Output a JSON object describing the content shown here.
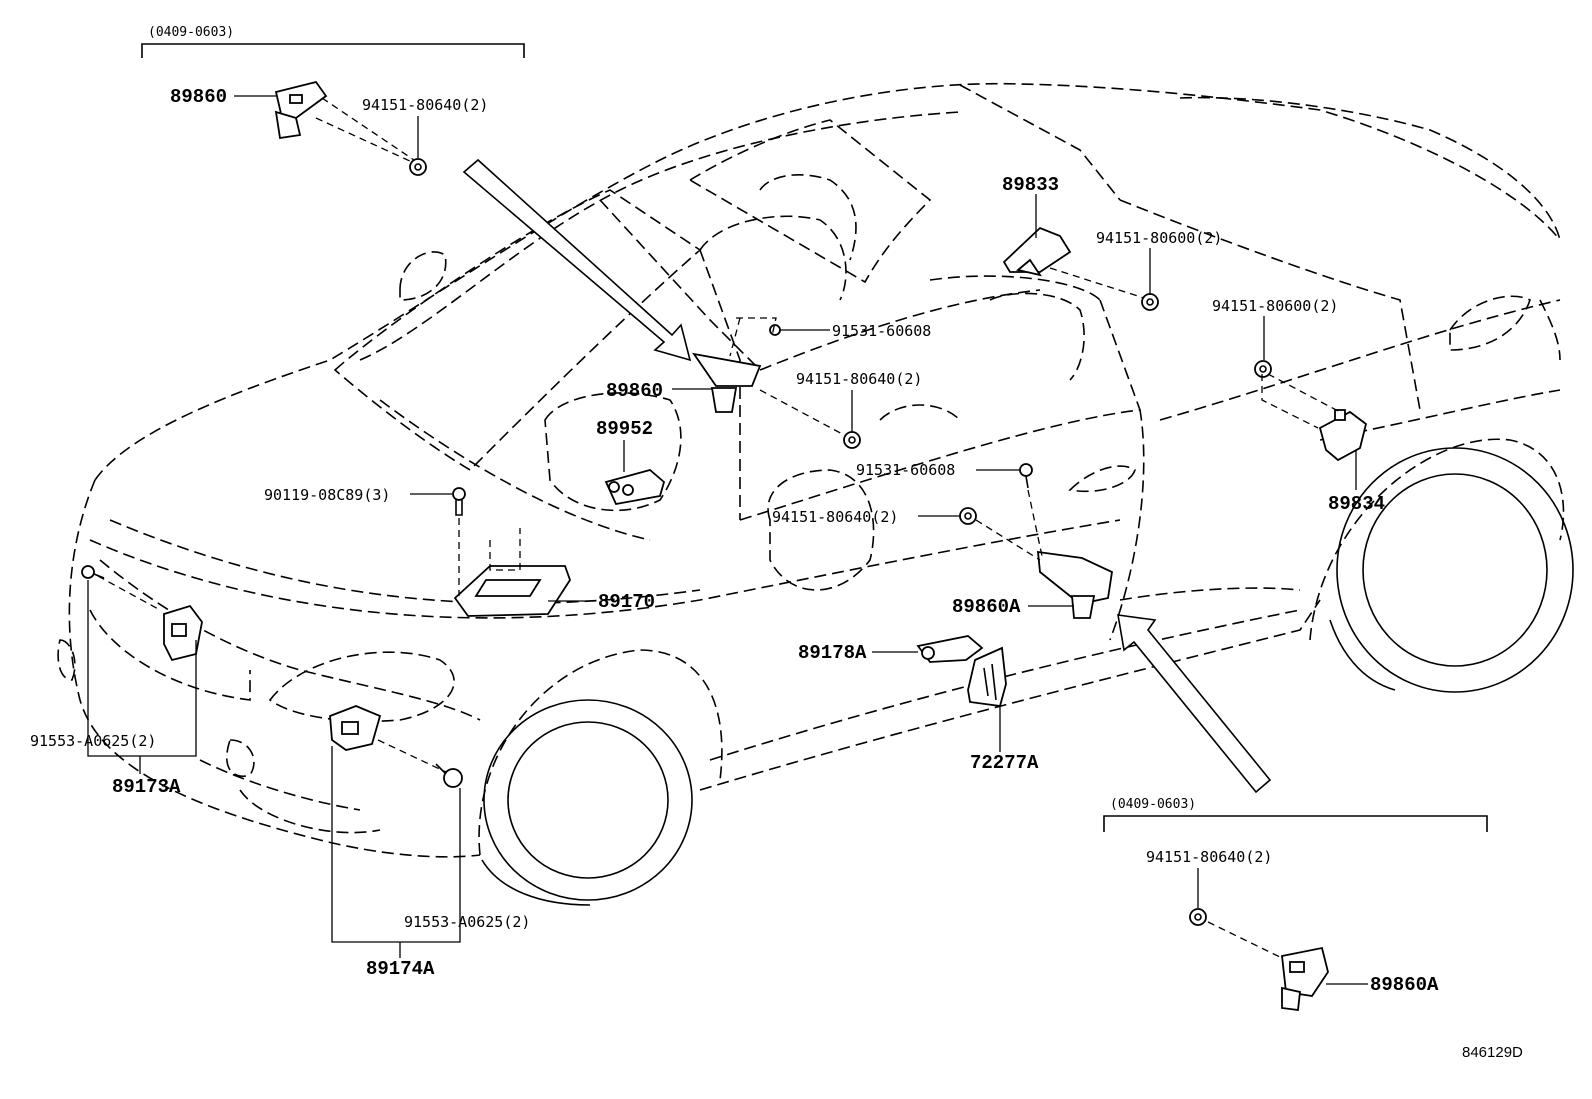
{
  "diagram_code": "846129D",
  "ranges": {
    "top_left": "(0409-0603)",
    "bottom_right": "(0409-0603)"
  },
  "labels": {
    "p89860_top": "89860",
    "p94151_80640_top": "94151-80640(2)",
    "p89833": "89833",
    "p94151_80600_a": "94151-80600(2)",
    "p94151_80600_b": "94151-80600(2)",
    "p91531_60608_a": "91531-60608",
    "p89860_mid": "89860",
    "p94151_80640_mid": "94151-80640(2)",
    "p89952": "89952",
    "p91531_60608_b": "91531-60608",
    "p89834": "89834",
    "p90119": "90119-08C89(3)",
    "p94151_80640_low": "94151-80640(2)",
    "p89170": "89170",
    "p89860A_mid": "89860A",
    "p89178A": "89178A",
    "p72277A": "72277A",
    "p91553_left": "91553-A0625(2)",
    "p89173A": "89173A",
    "p91553_bottom": "91553-A0625(2)",
    "p89174A": "89174A",
    "p94151_80640_br": "94151-80640(2)",
    "p89860A_br": "89860A"
  }
}
